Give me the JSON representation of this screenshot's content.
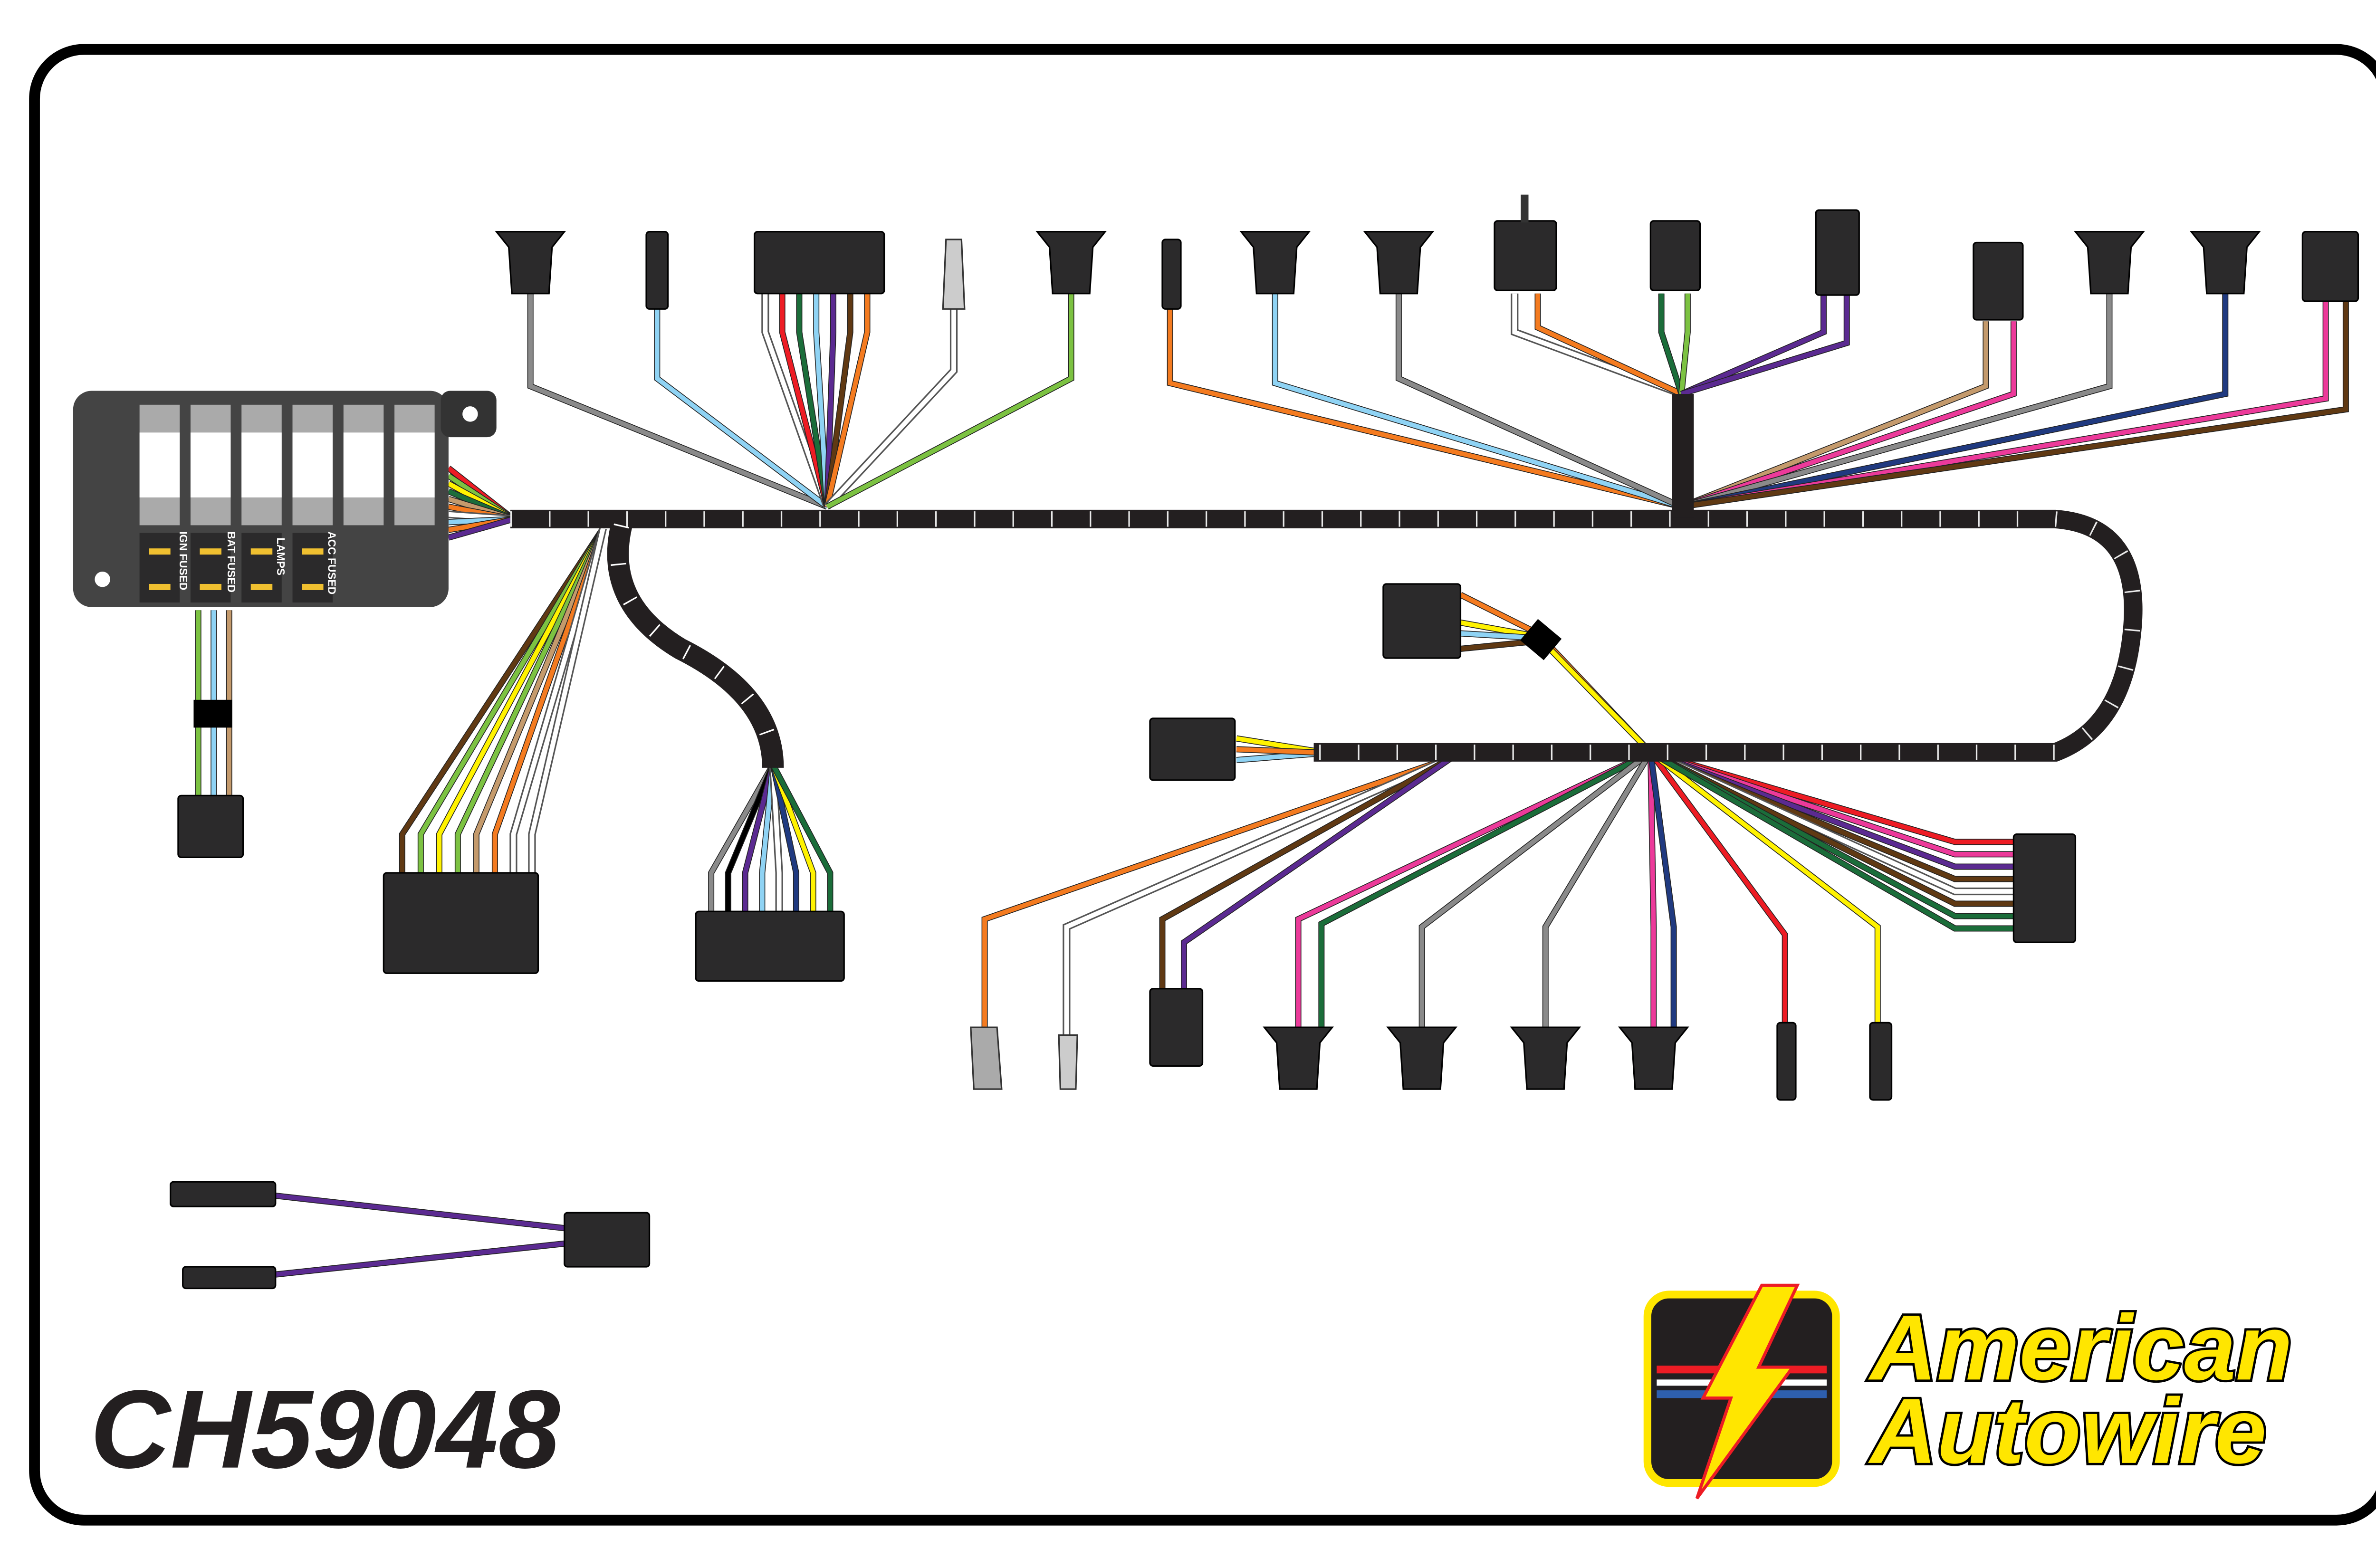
{
  "part_number": "CH59048",
  "brand": {
    "line1": "American",
    "line2": "Autowire",
    "colors": {
      "yellow": "#ffe600",
      "red": "#ed1c24",
      "blue": "#2e5fae",
      "black": "#231f20"
    }
  },
  "fuse_box": {
    "labels": [
      "IGN FUSED",
      "BAT FUSED",
      "LAMPS",
      "ACC FUSED"
    ]
  },
  "colors": {
    "harness": "#231f20",
    "connector": "#2b2a2b",
    "frame": "#000000"
  }
}
